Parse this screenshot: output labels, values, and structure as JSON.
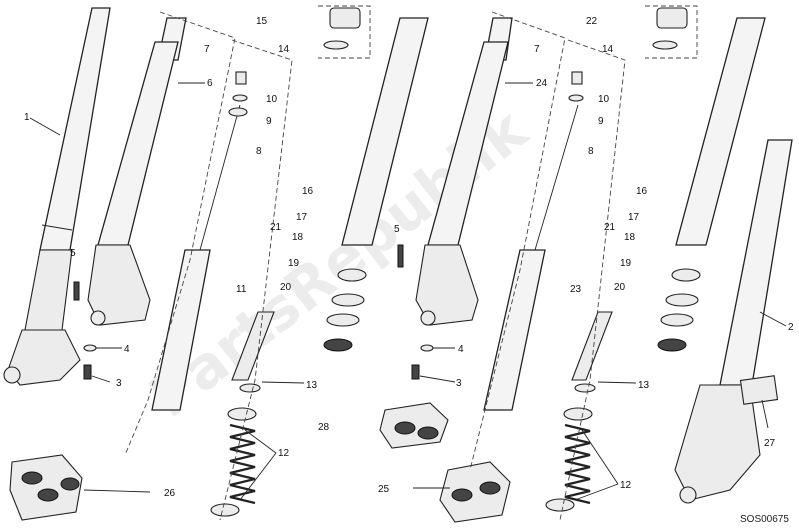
{
  "diagram": {
    "drawing_code": "SOS00675",
    "watermark": "PartsRepublik",
    "callouts": {
      "c1": "1",
      "c2": "2",
      "c3a": "3",
      "c3b": "3",
      "c4a": "4",
      "c4b": "4",
      "c5a": "5",
      "c5b": "5",
      "c6": "6",
      "c7a": "7",
      "c7b": "7",
      "c8a": "8",
      "c8b": "8",
      "c9a": "9",
      "c9b": "9",
      "c10a": "10",
      "c10b": "10",
      "c11": "11",
      "c12a": "12",
      "c12b": "12",
      "c13a": "13",
      "c13b": "13",
      "c14a": "14",
      "c14b": "14",
      "c15": "15",
      "c16a": "16",
      "c16b": "16",
      "c17a": "17",
      "c17b": "17",
      "c18a": "18",
      "c18b": "18",
      "c19a": "19",
      "c19b": "19",
      "c20a": "20",
      "c20b": "20",
      "c21a": "21",
      "c21b": "21",
      "c22": "22",
      "c23": "23",
      "c24": "24",
      "c25": "25",
      "c26": "26",
      "c27": "27",
      "c28": "28"
    },
    "colors": {
      "line": "#222222",
      "fill": "#f4f4f4",
      "watermark": "#dddddd"
    }
  }
}
